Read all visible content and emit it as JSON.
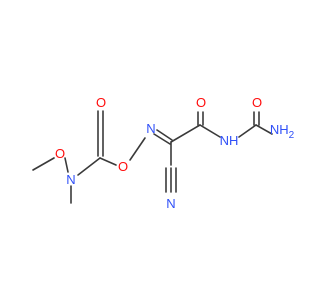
{
  "molecule": {
    "atom_labels": {
      "O_methoxy": "O",
      "N_amine": "N",
      "O_carbonyl_left": "O",
      "O_ester": "O",
      "N_oxime": "N",
      "O_carbonyl_mid": "O",
      "N_amide": "NH",
      "O_carbonyl_right": "O",
      "N_amino": "NH",
      "N_amino_sub": "2",
      "N_nitrile": "N"
    },
    "colors": {
      "oxygen": "#ff0d0d",
      "nitrogen": "#3050f8",
      "carbon": "#000000"
    }
  }
}
